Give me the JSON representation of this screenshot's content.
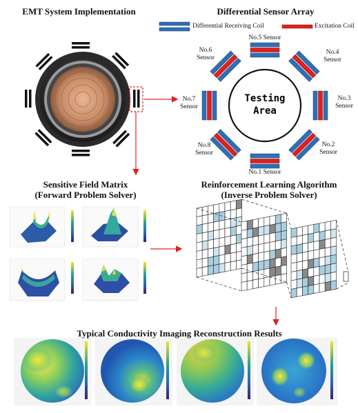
{
  "sections": {
    "emt_title": "EMT System Implementation",
    "array_title": "Differential Sensor Array",
    "field_title_line1": "Sensitive Field Matrix",
    "field_title_line2": "(Forward Problem Solver)",
    "rl_title_line1": "Reinforcement Learning Algorithm",
    "rl_title_line2": "(Inverse Problem Solver)",
    "results_title": "Typical Conductivity Imaging Reconstruction Results"
  },
  "legend": {
    "receiving": "Differential Receiving Coil",
    "excitation": "Excitation Coil",
    "receiving_color": "#2f6fb5",
    "excitation_color": "#e02020"
  },
  "testing_area": {
    "line1": "Testing",
    "line2": "Area"
  },
  "sensors": [
    {
      "line1": "No.5 Sensor",
      "line2": ""
    },
    {
      "line1": "No.4",
      "line2": "Sensor"
    },
    {
      "line1": "No.3",
      "line2": "Sensor"
    },
    {
      "line1": "No.2",
      "line2": "Sensor"
    },
    {
      "line1": "No.1 Sensor",
      "line2": ""
    },
    {
      "line1": "No.8",
      "line2": "Sensor"
    },
    {
      "line1": "No.7",
      "line2": "Sensor"
    },
    {
      "line1": "No.6",
      "line2": "Sensor"
    }
  ],
  "arrow_color": "#e02020"
}
